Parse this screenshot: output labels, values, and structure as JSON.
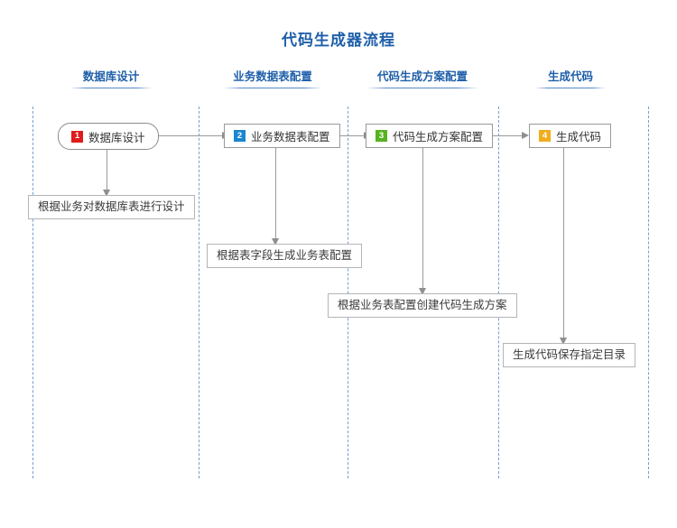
{
  "title": "代码生成器流程",
  "theme": {
    "title_color": "#1f5fa9",
    "header_color": "#1f5fa9",
    "lane_divider_color": "#5b8fd0",
    "connector_color": "#9a9a9a",
    "note_border_color": "#b5b5b5",
    "node_border_color": "#999999"
  },
  "columns": [
    {
      "label": "数据库设计"
    },
    {
      "label": "业务数据表配置"
    },
    {
      "label": "代码生成方案配置"
    },
    {
      "label": "生成代码"
    }
  ],
  "nodes": [
    {
      "step": "1",
      "label": "数据库设计",
      "badge_color": "#e01b1b",
      "shape": "pill"
    },
    {
      "step": "2",
      "label": "业务数据表配置",
      "badge_color": "#1a86d0",
      "shape": "rect"
    },
    {
      "step": "3",
      "label": "代码生成方案配置",
      "badge_color": "#56b321",
      "shape": "rect"
    },
    {
      "step": "4",
      "label": "生成代码",
      "badge_color": "#f0ad1e",
      "shape": "rect"
    }
  ],
  "notes": [
    {
      "text": "根据业务对数据库表进行设计"
    },
    {
      "text": "根据表字段生成业务表配置"
    },
    {
      "text": "根据业务表配置创建代码生成方案"
    },
    {
      "text": "生成代码保存指定目录"
    }
  ]
}
